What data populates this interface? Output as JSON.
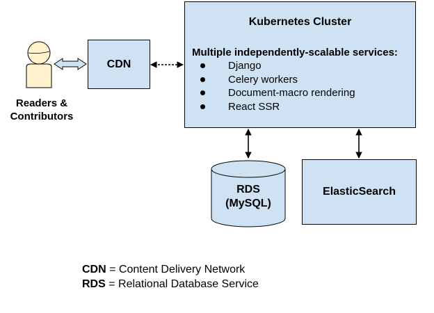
{
  "actor": {
    "label_line1": "Readers &",
    "label_line2": "Contributors"
  },
  "cdn": {
    "label": "CDN"
  },
  "cluster": {
    "title": "Kubernetes Cluster",
    "subtitle": "Multiple independently-scalable services:",
    "services": [
      "Django",
      "Celery workers",
      "Document-macro rendering",
      "React SSR"
    ]
  },
  "rds": {
    "label_line1": "RDS",
    "label_line2": "(MySQL)"
  },
  "elasticsearch": {
    "label": "ElasticSearch"
  },
  "legend": [
    {
      "term": "CDN",
      "definition": " = Content Delivery Network"
    },
    {
      "term": "RDS",
      "definition": " = Relational Database Service"
    }
  ],
  "colors": {
    "box_fill": "#cfe2f3",
    "person_fill": "#fff2cc",
    "stroke": "#000000"
  }
}
